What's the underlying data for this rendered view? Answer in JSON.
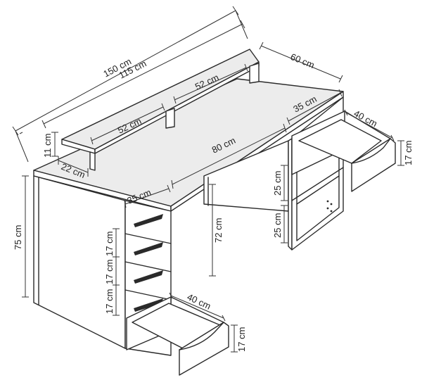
{
  "dimensions": {
    "total_width": "150 cm",
    "shelf_width": "115 cm",
    "depth": "60 cm",
    "shelf_left": "52 cm",
    "shelf_right": "52 cm",
    "shelf_height": "11 cm",
    "shelf_depth": "22 cm",
    "open_span": "80 cm",
    "right_cabinet_width": "35 cm",
    "left_cabinet_width": "35 cm",
    "top_drawer_depth": "40 cm",
    "top_drawer_height": "17 cm",
    "bottom_drawer_depth": "40 cm",
    "bottom_drawer_height": "17 cm",
    "desk_height": "75 cm",
    "leg_clearance": "72 cm",
    "shelf_upper_height": "25 cm",
    "shelf_lower_height": "25 cm",
    "drawer_1_height": "17 cm",
    "drawer_2_height": "17 cm",
    "drawer_3_height": "17 cm"
  }
}
